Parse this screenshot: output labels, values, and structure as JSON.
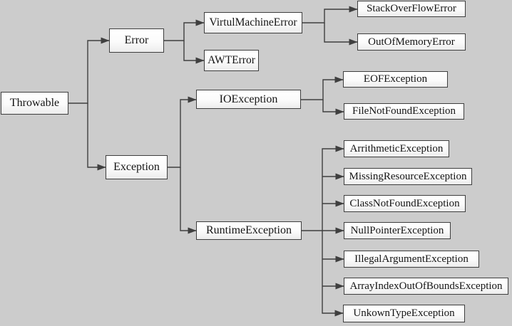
{
  "colors": {
    "background": "#cccccc",
    "box_border": "#3e3e3e",
    "box_fill_top": "#ffffff",
    "box_fill_bottom": "#ececec",
    "line": "#3f3f3f",
    "text": "#141414"
  },
  "nodes": {
    "throwable": "Throwable",
    "error": "Error",
    "virtual_machine_error": "VirtulMachineError",
    "awt_error": "AWTError",
    "stack_overflow_error": "StackOverFlowError",
    "out_of_memory_error": "OutOfMemoryError",
    "exception": "Exception",
    "io_exception": "IOException",
    "eof_exception": "EOFException",
    "file_not_found_exception": "FileNotFoundException",
    "runtime_exception": "RuntimeException",
    "arithmetic_exception": "ArrithmeticException",
    "missing_resource_exception": "MissingResourceException",
    "class_not_found_exception": "ClassNotFoundException",
    "null_pointer_exception": "NullPointerException",
    "illegal_argument_exception": "IllegalArgumentException",
    "array_index_out_of_bounds_exception": "ArrayIndexOutOfBoundsException",
    "unknown_type_exception": "UnkownTypeException"
  },
  "hierarchy": [
    {
      "parent": "Throwable",
      "children": [
        "Error",
        "Exception"
      ]
    },
    {
      "parent": "Error",
      "children": [
        "VirtulMachineError",
        "AWTError"
      ]
    },
    {
      "parent": "VirtulMachineError",
      "children": [
        "StackOverFlowError",
        "OutOfMemoryError"
      ]
    },
    {
      "parent": "Exception",
      "children": [
        "IOException",
        "RuntimeException"
      ]
    },
    {
      "parent": "IOException",
      "children": [
        "EOFException",
        "FileNotFoundException"
      ]
    },
    {
      "parent": "RuntimeException",
      "children": [
        "ArrithmeticException",
        "MissingResourceException",
        "ClassNotFoundException",
        "NullPointerException",
        "IllegalArgumentException",
        "ArrayIndexOutOfBoundsException",
        "UnkownTypeException"
      ]
    }
  ]
}
